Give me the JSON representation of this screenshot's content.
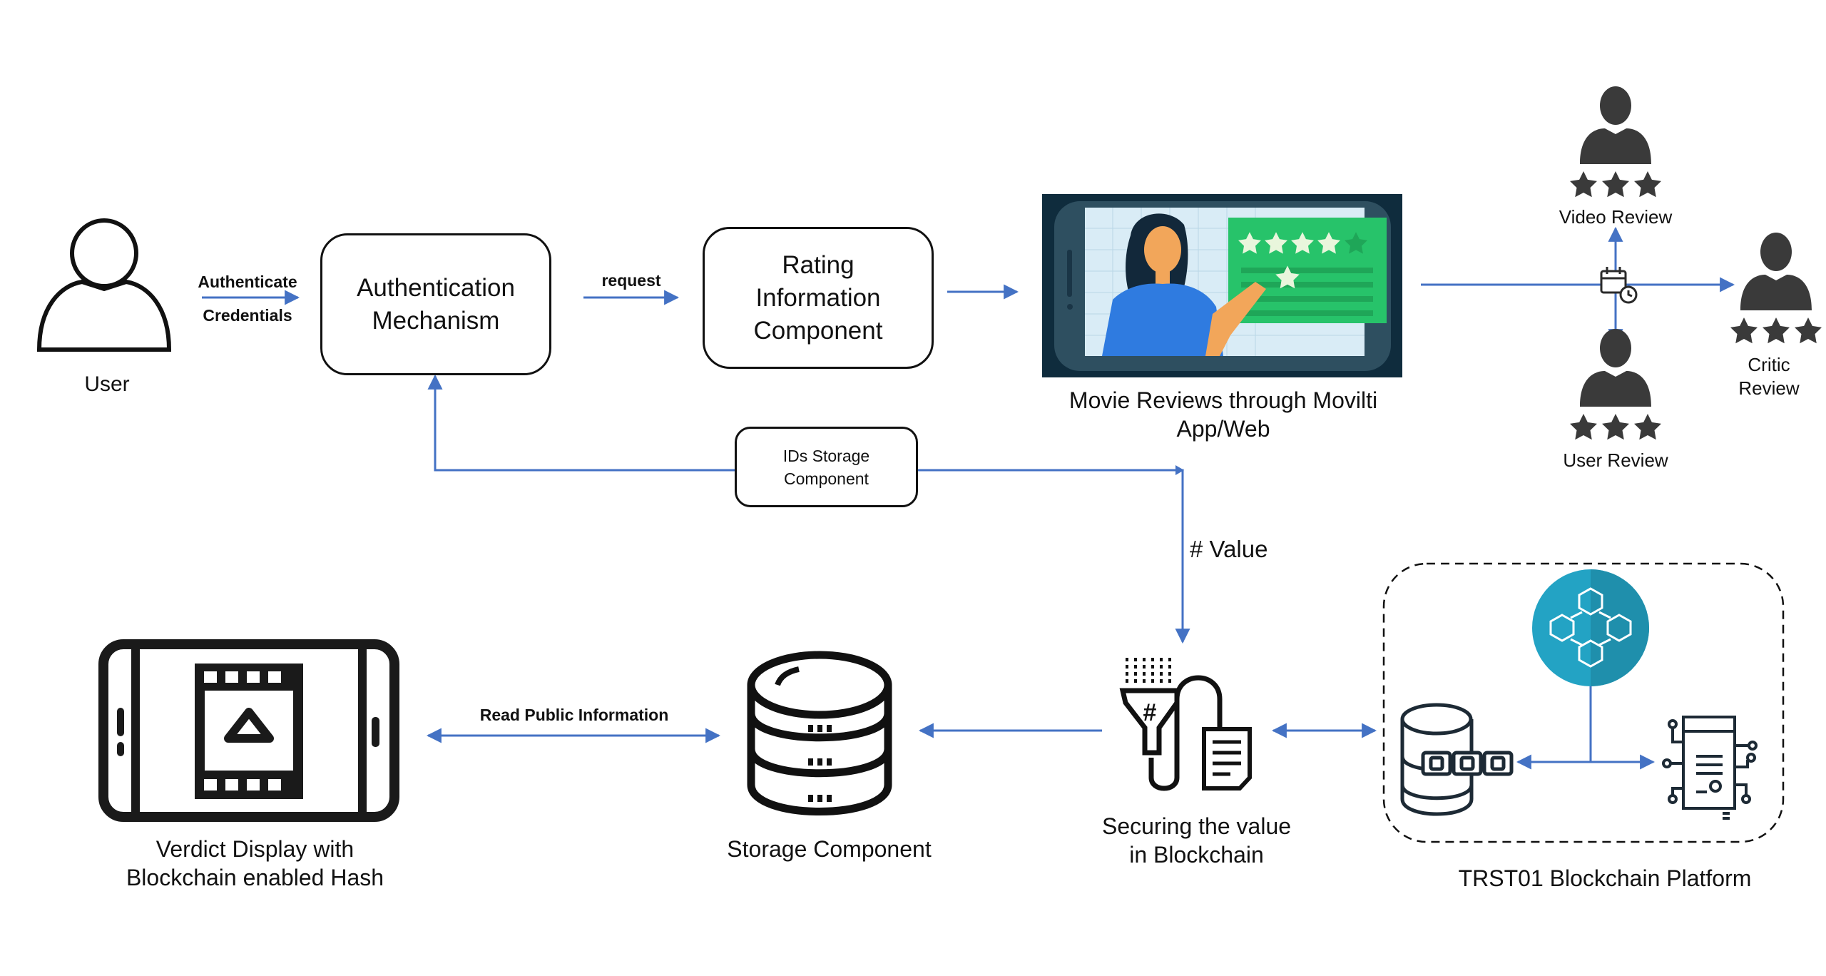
{
  "diagram": {
    "user": {
      "label": "User"
    },
    "auth_edge": {
      "label_top": "Authenticate",
      "label_bottom": "Credentials"
    },
    "auth_mechanism": {
      "label": "Authentication\nMechanism"
    },
    "request_edge": {
      "label": "request"
    },
    "rating_component": {
      "label": "Rating\nInformation\nComponent"
    },
    "movie_reviews": {
      "label_line1": "Movie Reviews through Movilti",
      "label_line2": "App/Web"
    },
    "reviews": {
      "video": {
        "label": "Video Review"
      },
      "user": {
        "label": "User Review"
      },
      "critic": {
        "label_line1": "Critic",
        "label_line2": "Review"
      }
    },
    "ids_storage": {
      "label": "IDs Storage\nComponent"
    },
    "hash_edge": {
      "label": "# Value"
    },
    "securing": {
      "label_line1": "Securing the value",
      "label_line2": "in Blockchain"
    },
    "storage": {
      "label": "Storage Component"
    },
    "read_edge": {
      "label": "Read Public Information"
    },
    "verdict": {
      "label_line1": "Verdict Display with",
      "label_line2": "Blockchain enabled Hash"
    },
    "platform": {
      "label": "TRST01 Blockchain Platform"
    }
  },
  "colors": {
    "edge": "#4472C4",
    "icon_dark": "#3a3a3a",
    "teal": "#23a3c4",
    "screen_green": "#27c36a",
    "phone_navy": "#15364a"
  }
}
